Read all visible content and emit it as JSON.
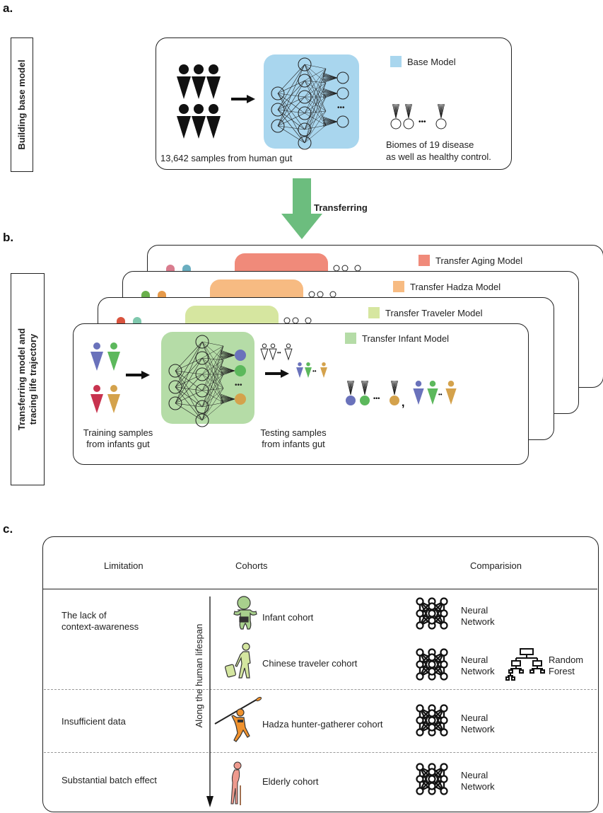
{
  "panel_a": {
    "letter": "a.",
    "side_label": "Building base model",
    "samples_caption": "13,642 samples from human gut",
    "legend_label": "Base Model",
    "legend_color": "#a9d6ee",
    "biomes_line1": "Biomes of 19 disease",
    "biomes_line2": "as well as healthy control.",
    "ellipsis": "•••"
  },
  "transfer_arrow": {
    "label": "Transferring",
    "color": "#6cbd7e"
  },
  "panel_b": {
    "letter": "b.",
    "side_label_line1": "Transferring model and",
    "side_label_line2": "tracing life trajectory",
    "cards": [
      {
        "label": "Transfer Aging Model",
        "color": "#f08a7a",
        "dots": [
          "#d97c8e",
          "#6aaec0"
        ]
      },
      {
        "label": "Transfer Hadza Model",
        "color": "#f7bb82",
        "dots": [
          "#6ab04c",
          "#e69a4a"
        ]
      },
      {
        "label": "Transfer Traveler Model",
        "color": "#d6e6a0",
        "dots": [
          "#d9533e",
          "#7fc8ad"
        ]
      },
      {
        "label": "Transfer Infant Model",
        "color": "#b5dca7",
        "dots": []
      }
    ],
    "training_caption_line1": "Training samples",
    "training_caption_line2": "from infants gut",
    "testing_caption_line1": "Testing samples",
    "testing_caption_line2": "from infants gut",
    "class_colors": [
      "#6a72bb",
      "#5cb85c",
      "#c8334f",
      "#d4a24c"
    ],
    "output_colors": [
      "#6a72bb",
      "#5cb85c",
      "#d4a24c"
    ],
    "comma": ","
  },
  "panel_c": {
    "letter": "c.",
    "headers": {
      "limitation": "Limitation",
      "cohorts": "Cohorts",
      "comparison": "Comparision"
    },
    "axis_label": "Along the human lifespan",
    "rows": [
      {
        "limitation_line1": "The lack of",
        "limitation_line2": "context-awareness",
        "cohorts": [
          {
            "name": "Infant cohort",
            "icon": "infant-icon",
            "color": "#a8d08d"
          },
          {
            "name": "Chinese traveler cohort",
            "icon": "traveler-icon",
            "color": "#d4e6a0"
          }
        ],
        "methods": [
          [
            {
              "line1": "Neural",
              "line2": "Network",
              "icon": "neural-network-icon"
            }
          ],
          [
            {
              "line1": "Neural",
              "line2": "Network",
              "icon": "neural-network-icon"
            },
            {
              "line1": "Random",
              "line2": "Forest",
              "icon": "random-forest-icon"
            }
          ]
        ]
      },
      {
        "limitation_line1": "Insufficient data",
        "cohorts": [
          {
            "name": "Hadza hunter-gatherer cohort",
            "icon": "hunter-icon",
            "color": "#f0922e"
          }
        ],
        "methods": [
          [
            {
              "line1": "Neural",
              "line2": "Network",
              "icon": "neural-network-icon"
            }
          ]
        ]
      },
      {
        "limitation_line1": "Substantial batch effect",
        "cohorts": [
          {
            "name": "Elderly cohort",
            "icon": "elderly-icon",
            "color": "#ee9a8e"
          }
        ],
        "methods": [
          [
            {
              "line1": "Neural",
              "line2": "Network",
              "icon": "neural-network-icon"
            }
          ]
        ]
      }
    ]
  }
}
